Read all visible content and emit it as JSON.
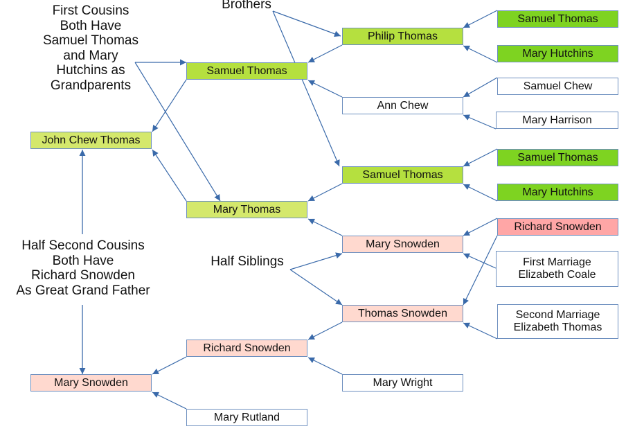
{
  "colors": {
    "green_light": "#d4e86c",
    "green_mid": "#b5e03f",
    "green_bright": "#7ed321",
    "pink_light": "#ffd9cf",
    "pink_strong": "#ffa6a6",
    "white": "#ffffff",
    "edge": "#3a6aaa"
  },
  "people": {
    "john_chew_thomas": "John Chew Thomas",
    "samuel_thomas_gen2": "Samuel Thomas",
    "mary_thomas": "Mary Thomas",
    "philip_thomas": "Philip Thomas",
    "ann_chew": "Ann Chew",
    "samuel_thomas_gen3": "Samuel Thomas",
    "mary_snowden_gen3": "Mary Snowden",
    "thomas_snowden": "Thomas Snowden",
    "samuel_thomas_gp1": "Samuel Thomas",
    "mary_hutchins_gp1": "Mary Hutchins",
    "samuel_chew": "Samuel Chew",
    "mary_harrison": "Mary Harrison",
    "samuel_thomas_gp2": "Samuel Thomas",
    "mary_hutchins_gp2": "Mary Hutchins",
    "richard_snowden_top": "Richard Snowden",
    "first_marriage": "First Marriage\nElizabeth Coale",
    "second_marriage": "Second Marriage\nElizabeth Thomas",
    "richard_snowden_gen2": "Richard Snowden",
    "mary_wright": "Mary Wright",
    "mary_snowden_root": "Mary Snowden",
    "mary_rutland": "Mary Rutland"
  },
  "notes": {
    "first_cousins": "First Cousins\nBoth Have\nSamuel Thomas\nand Mary\nHutchins as\nGrandparents",
    "brothers": "Brothers",
    "half_siblings": "Half Siblings",
    "half_second_cousins": "Half Second Cousins\nBoth Have\nRichard Snowden\nAs Great Grand Father"
  }
}
